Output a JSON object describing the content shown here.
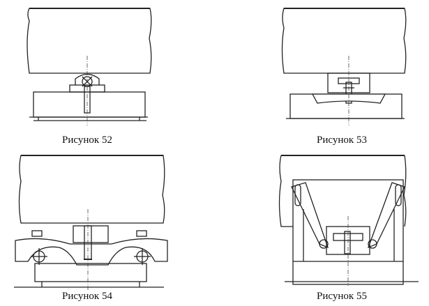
{
  "figures": [
    {
      "caption": "Рисунок 52"
    },
    {
      "caption": "Рисунок 53"
    },
    {
      "caption": "Рисунок 54"
    },
    {
      "caption": "Рисунок 55"
    }
  ]
}
